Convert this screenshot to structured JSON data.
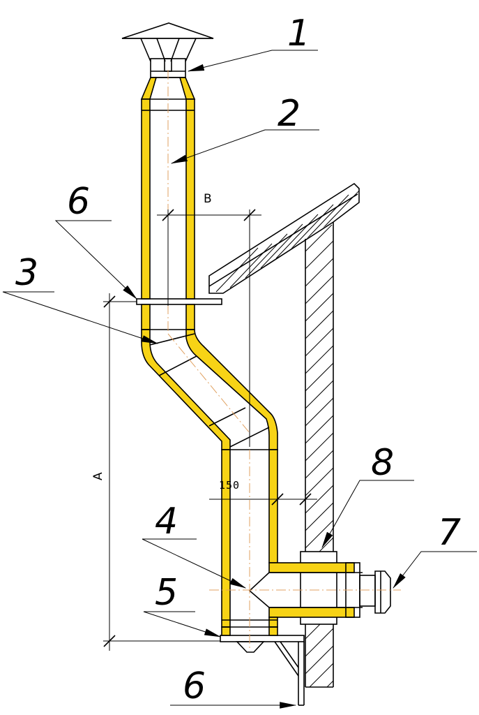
{
  "diagram": {
    "callouts": {
      "c1": "1",
      "c2": "2",
      "c3": "3",
      "c4": "4",
      "c5": "5",
      "c6_top": "6",
      "c6_bottom": "6",
      "c7": "7",
      "c8": "8"
    },
    "dimensions": {
      "width_label": "B",
      "height_label": "A",
      "clearance_label": "150"
    },
    "colors": {
      "insulation": "#f7d316",
      "outline": "#000000",
      "centerline": "#e0a060"
    }
  }
}
